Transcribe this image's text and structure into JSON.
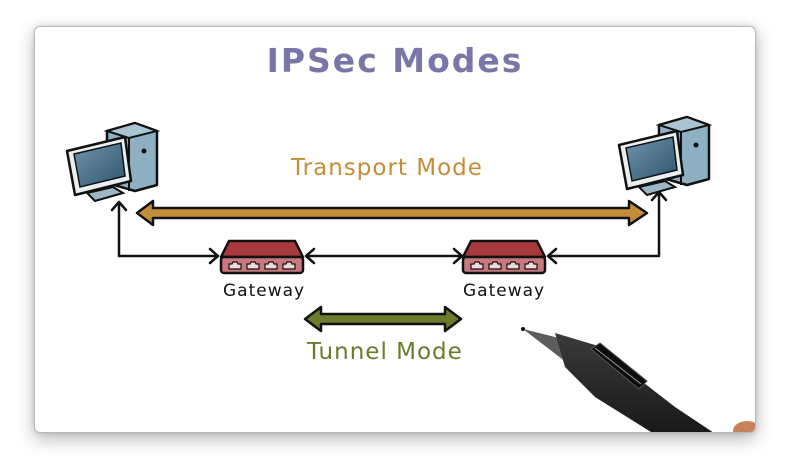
{
  "title": "IPSec Modes",
  "labels": {
    "transport_mode": "Transport Mode",
    "tunnel_mode": "Tunnel Mode",
    "gateway_left": "Gateway",
    "gateway_right": "Gateway"
  },
  "nodes": [
    {
      "id": "host-left",
      "type": "computer"
    },
    {
      "id": "gateway-left",
      "type": "gateway",
      "label": "Gateway"
    },
    {
      "id": "gateway-right",
      "type": "gateway",
      "label": "Gateway"
    },
    {
      "id": "host-right",
      "type": "computer"
    }
  ],
  "edges": [
    {
      "from": "host-left",
      "to": "host-right",
      "label": "Transport Mode",
      "style": "thick-double-arrow"
    },
    {
      "from": "gateway-left",
      "to": "gateway-right",
      "label": "Tunnel Mode",
      "style": "thick-double-arrow"
    },
    {
      "from": "host-left",
      "to": "gateway-left",
      "style": "thin-arrow"
    },
    {
      "from": "gateway-left",
      "to": "gateway-right",
      "style": "thin-double-arrow"
    },
    {
      "from": "gateway-right",
      "to": "host-right",
      "style": "thin-arrow"
    }
  ],
  "colors": {
    "title": "#7a77a8",
    "transport": "#c48d3a",
    "tunnel": "#6a7c2c",
    "gateway": "#a83a3e",
    "computer": "#4c6f86",
    "computer_case": "#8fb0c2"
  }
}
